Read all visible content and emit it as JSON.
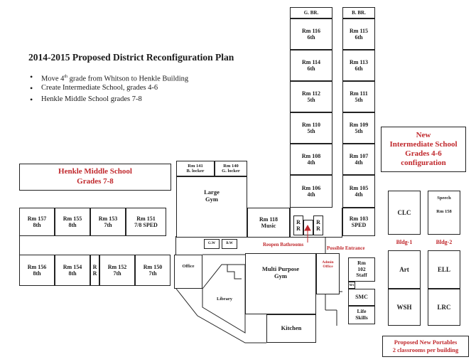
{
  "plan": {
    "title": "2014-2015 Proposed District Reconfiguration Plan",
    "bullets": [
      {
        "text": "Move 4",
        "sup": "th",
        "rest": " grade from Whitson to Henkle Building"
      },
      {
        "text": "Create Intermediate School, grades 4-6",
        "sup": "",
        "rest": ""
      },
      {
        "text": "Henkle Middle School grades 7-8",
        "sup": "",
        "rest": ""
      }
    ]
  },
  "headers": {
    "girls_bathroom": "G. BR.",
    "boys_bathroom": "B. BR."
  },
  "left_wing": [
    {
      "room": "Rm 116",
      "grade": "6th"
    },
    {
      "room": "Rm 114",
      "grade": "6th"
    },
    {
      "room": "Rm 112",
      "grade": "5th"
    },
    {
      "room": "Rm 110",
      "grade": "5th"
    },
    {
      "room": "Rm 108",
      "grade": "4th"
    },
    {
      "room": "Rm 106",
      "grade": "4th"
    }
  ],
  "right_wing": [
    {
      "room": "Rm 115",
      "grade": "6th"
    },
    {
      "room": "Rm 113",
      "grade": "6th"
    },
    {
      "room": "Rm 111",
      "grade": "5th"
    },
    {
      "room": "Rm 109",
      "grade": "5th"
    },
    {
      "room": "Rm 107",
      "grade": "4th"
    },
    {
      "room": "Rm 105",
      "grade": "4th"
    },
    {
      "room": "Rm 103",
      "grade": "SPED"
    }
  ],
  "intermediate": {
    "line1": "New",
    "line2": "Intermediate School",
    "line3": "Grades 4-6",
    "line4": "configuration"
  },
  "middle": {
    "line1": "Henkle Middle School",
    "line2": "Grades 7-8"
  },
  "top_row": [
    {
      "room": "Rm 157",
      "grade": "8th"
    },
    {
      "room": "Rm 155",
      "grade": "8th"
    },
    {
      "room": "Rm 153",
      "grade": "7th"
    },
    {
      "room": "Rm 151",
      "grade": "7/8 SPED"
    }
  ],
  "bottom_row": [
    {
      "room": "Rm 156",
      "grade": "8th"
    },
    {
      "room": "Rm 154",
      "grade": "8th"
    },
    {
      "room": "Rm 152",
      "grade": "7th"
    },
    {
      "room": "Rm 150",
      "grade": "7th"
    }
  ],
  "restroom_letter": "R",
  "lockers": {
    "boys": {
      "room": "Rm 141",
      "name": "B. locker"
    },
    "girls": {
      "room": "Rm 140",
      "name": "G. locker"
    }
  },
  "gym": {
    "line1": "Large",
    "line2": "Gym"
  },
  "music": {
    "room": "Rm 118",
    "name": "Music"
  },
  "small_rooms": {
    "gw": "G.W",
    "bw": "B.W"
  },
  "office": "Office",
  "library": "Library",
  "mp_gym": {
    "line1": "Multi Purpose",
    "line2": "Gym"
  },
  "kitchen": "Kitchen",
  "admin_office": {
    "line1": "Admin",
    "line2": "Office"
  },
  "staff": {
    "room": "Rm",
    "num": "102",
    "name": "Staff"
  },
  "ma": "MA",
  "smc": "SMC",
  "life_skills": {
    "line1": "Life",
    "line2": "Skills"
  },
  "annotations": {
    "reopen": "Reopen Bathrooms",
    "entrance": "Possible Entrance"
  },
  "portables": {
    "bldg1": {
      "label": "Bldg-1",
      "top": "CLC",
      "mid": "Art",
      "bottom": "WSH"
    },
    "bldg2": {
      "label": "Bldg-2",
      "top_line1": "Speech",
      "top_line2": "Rm 158",
      "mid": "ELL",
      "bottom": "LRC"
    },
    "caption": {
      "line1": "Proposed New Portables",
      "line2": "2 classrooms per building"
    }
  },
  "colors": {
    "accent_red": "#c0282c",
    "line": "#222222"
  }
}
